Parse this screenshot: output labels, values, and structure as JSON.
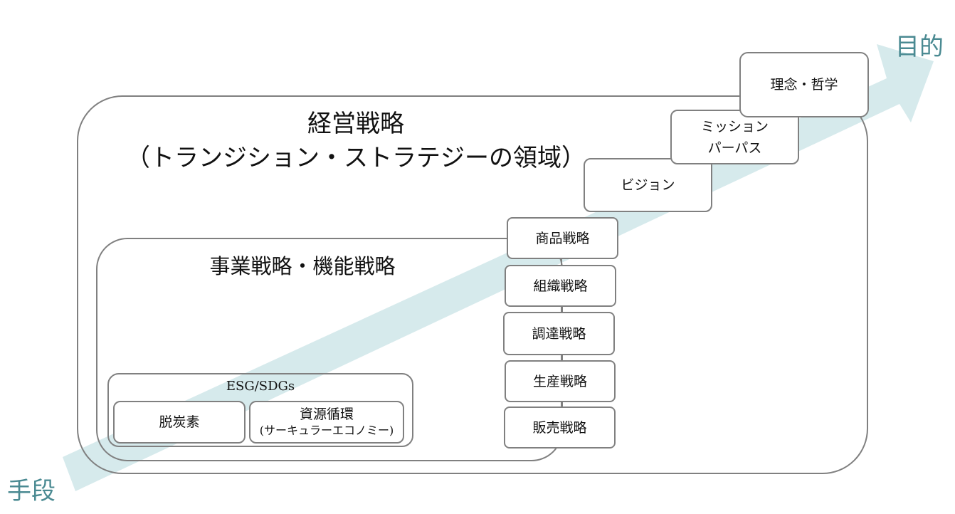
{
  "diagram": {
    "axis": {
      "start_label": "手段",
      "end_label": "目的"
    },
    "outer": {
      "title_line1": "経営戦略",
      "title_line2": "（トランジション・ストラテジーの領域）"
    },
    "inner": {
      "title": "事業戦略・機能戦略"
    },
    "esg": {
      "title": "ESG/SDGs",
      "item1": "脱炭素",
      "item2_line1": "資源循環",
      "item2_line2": "(サーキュラーエコノミー)"
    },
    "steps": {
      "philosophy": "理念・哲学",
      "mission_line1": "ミッション",
      "mission_line2": "パーパス",
      "vision": "ビジョン"
    },
    "functional": [
      "商品戦略",
      "組織戦略",
      "調達戦略",
      "生産戦略",
      "販売戦略"
    ],
    "colors": {
      "arrow": "#d6eaec",
      "axis_text": "#4a8a92",
      "border": "#808080"
    }
  }
}
